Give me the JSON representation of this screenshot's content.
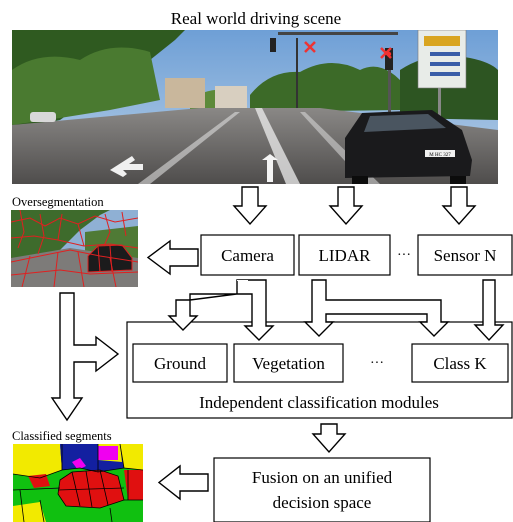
{
  "titles": {
    "scene": "Real world driving scene",
    "overseg": "Oversegmentation",
    "classified": "Classified segments"
  },
  "sensors": {
    "camera": "Camera",
    "lidar": "LIDAR",
    "ellipsis": "···",
    "sensor_n": "Sensor N"
  },
  "classes": {
    "ground": "Ground",
    "vegetation": "Vegetation",
    "ellipsis": "···",
    "class_k": "Class K"
  },
  "modules_label": "Independent classification modules",
  "fusion": {
    "line1": "Fusion on an unified",
    "line2": "decision space"
  },
  "scene_signs": {
    "plate": "M HC 327"
  },
  "colors": {
    "sky": "#8fb6de",
    "foliage": "#3f6b2a",
    "road": "#6f6d6b",
    "segment_edge": "#e02020",
    "seg_yellow": "#f2ea00",
    "seg_blue": "#1320a0",
    "seg_green": "#10c010",
    "seg_red": "#e01010",
    "seg_magenta": "#f000f0"
  }
}
